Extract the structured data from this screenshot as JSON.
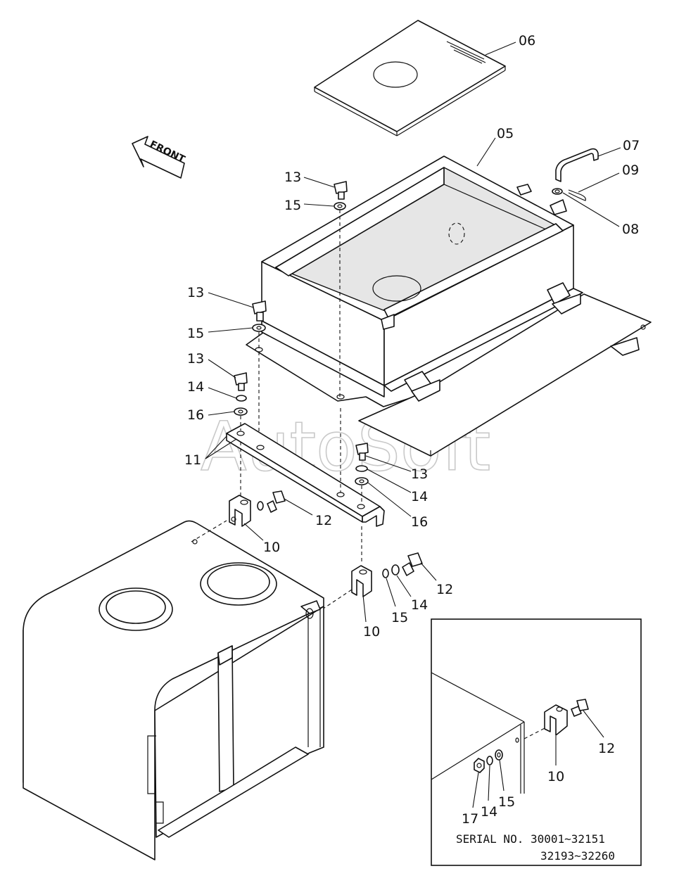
{
  "diagram": {
    "watermark": "AutoSoft",
    "front_label": "FRONT",
    "callouts": {
      "c06": "06",
      "c05": "05",
      "c07": "07",
      "c09": "09",
      "c08": "08",
      "c13a": "13",
      "c15a": "15",
      "c13b": "13",
      "c15b": "15",
      "c13c": "13",
      "c14a": "14",
      "c16a": "16",
      "c11": "11",
      "c13d": "13",
      "c14b": "14",
      "c16b": "16",
      "c12a": "12",
      "c10a": "10",
      "c12b": "12",
      "c14c": "14",
      "c15c": "15",
      "c10b": "10",
      "inset_c12": "12",
      "inset_c10": "10",
      "inset_c17": "17",
      "inset_c14": "14",
      "inset_c15": "15"
    },
    "inset": {
      "serial_line1": "SERIAL NO. 30001~32151",
      "serial_line2": "32193~32260"
    }
  }
}
